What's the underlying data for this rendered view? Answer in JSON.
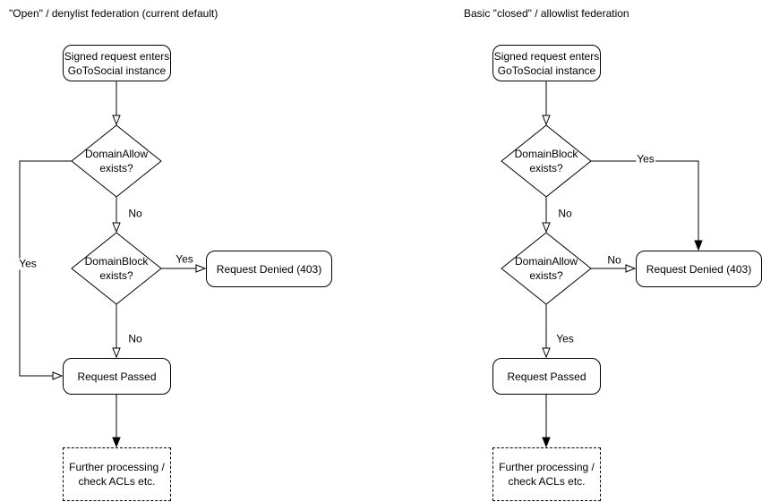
{
  "left": {
    "title": "\"Open\" / denylist federation (current default)",
    "nodes": {
      "start": "Signed request enters\nGoToSocial instance",
      "decision1": "DomainAllow\nexists?",
      "decision2": "DomainBlock\nexists?",
      "denied": "Request Denied (403)",
      "passed": "Request Passed",
      "further": "Further processing /\ncheck ACLs etc."
    },
    "labels": {
      "decision1_no": "No",
      "decision1_yes": "Yes",
      "decision2_yes": "Yes",
      "decision2_no": "No"
    }
  },
  "right": {
    "title": "Basic \"closed\" / allowlist federation",
    "nodes": {
      "start": "Signed request enters\nGoToSocial instance",
      "decision1": "DomainBlock\nexists?",
      "decision2": "DomainAllow\nexists?",
      "denied": "Request Denied (403)",
      "passed": "Request Passed",
      "further": "Further processing /\ncheck ACLs etc."
    },
    "labels": {
      "decision1_yes": "Yes",
      "decision1_no": "No",
      "decision2_no": "No",
      "decision2_yes": "Yes"
    }
  },
  "colors": {
    "stroke": "#000000",
    "node_fill": "#ffffff",
    "text": "#000000",
    "background": "#ffffff"
  }
}
